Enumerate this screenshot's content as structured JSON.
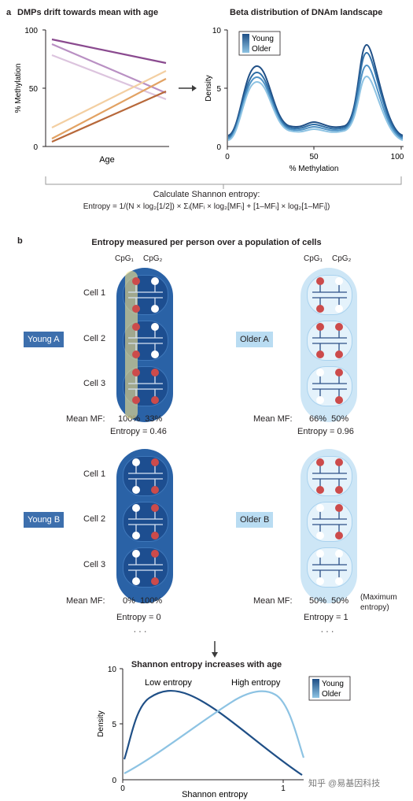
{
  "panel_a": {
    "letter": "a",
    "left_title": "DMPs drift towards mean with age",
    "right_title": "Beta distribution of DNAm landscape",
    "left_chart": {
      "ylabel": "% Methylation",
      "xlabel": "Age",
      "yticks": [
        "100",
        "50",
        "0"
      ],
      "colors": [
        "#8a4a8f",
        "#b990c3",
        "#dcc4de",
        "#f3cfa2",
        "#e2a263",
        "#b7683a"
      ]
    },
    "right_chart": {
      "ylabel": "Density",
      "xlabel": "% Methylation",
      "yticks": [
        "10",
        "5",
        "0"
      ],
      "xticks": [
        "0",
        "50",
        "100"
      ],
      "legend": {
        "young": "Young",
        "older": "Older"
      },
      "colors": [
        "#1f4f86",
        "#2f6fa6",
        "#4f93c6",
        "#8dc3e3"
      ]
    },
    "formula_title": "Calculate Shannon entropy:",
    "formula": "Entropy = 1/(N × log₂[1/2]) × Σᵢ(MFᵢ × log₂[MFᵢ] + [1–MFᵢ] × log₂[1–MFᵢ])"
  },
  "panel_b": {
    "letter": "b",
    "title": "Entropy measured per person over a population of cells",
    "cpg1": "CpG₁",
    "cpg2": "CpG₂",
    "cell_labels": [
      "Cell 1",
      "Cell 2",
      "Cell 3"
    ],
    "mean_mf_label": "Mean MF:",
    "colors": {
      "young_pill": "#2a62a6",
      "young_cell": "#1d4e90",
      "older_pill": "#cde6f6",
      "older_cell": "#e4f2fb",
      "methylated": "#cc4b4b",
      "unmethylated": "#ffffff"
    },
    "people": [
      {
        "name": "Young A",
        "mean_mf": "100%  33%",
        "entropy": "Entropy = 0.46",
        "cells": [
          [
            true,
            false
          ],
          [
            true,
            false
          ],
          [
            true,
            true
          ]
        ],
        "highlight": true
      },
      {
        "name": "Older A",
        "mean_mf": "66%  50%",
        "entropy": "Entropy = 0.96",
        "cells": [
          [
            true,
            false
          ],
          [
            true,
            true
          ],
          [
            false,
            true
          ]
        ],
        "highlight": false
      },
      {
        "name": "Young B",
        "mean_mf": "0%  100%",
        "entropy": "Entropy = 0",
        "cells": [
          [
            false,
            true
          ],
          [
            false,
            true
          ],
          [
            false,
            true
          ]
        ],
        "highlight": false
      },
      {
        "name": "Older B",
        "mean_mf": "50%  50%",
        "entropy": "Entropy = 1",
        "note": "(Maximum entropy)",
        "cells": [
          [
            true,
            true
          ],
          [
            false,
            true
          ],
          [
            false,
            false
          ]
        ],
        "highlight": false
      }
    ],
    "ellipsis": "· · ·"
  },
  "panel_c": {
    "title": "Shannon entropy increases with age",
    "ylabel": "Density",
    "xlabel": "Shannon entropy",
    "yticks": [
      "10",
      "5",
      "0"
    ],
    "xticks": [
      "0",
      "1"
    ],
    "annotations": {
      "low": "Low entropy",
      "high": "High entropy"
    },
    "legend": {
      "young": "Young",
      "older": "Older"
    },
    "colors": {
      "young": "#1f4f86",
      "older": "#8dc3e3"
    }
  },
  "watermark": "知乎 @易基因科技"
}
